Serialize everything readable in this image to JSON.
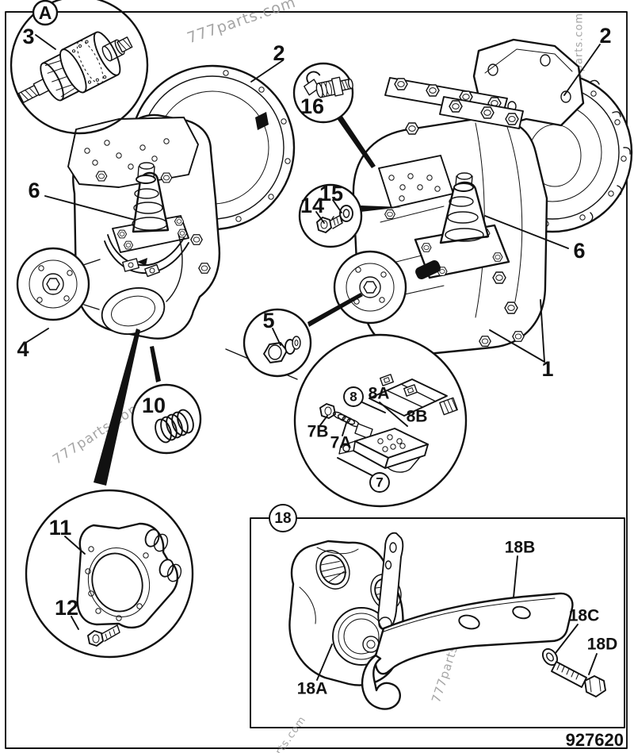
{
  "figure": {
    "detail_badge": "A",
    "part_number": "927620",
    "watermark": "777parts.com"
  },
  "colors": {
    "ink": "#111111",
    "watermark": "#8f8f8f",
    "background": "#ffffff"
  },
  "callouts": {
    "n1": "1",
    "n2a": "2",
    "n2b": "2",
    "n3": "3",
    "n4": "4",
    "n5": "5",
    "n6a": "6",
    "n6b": "6",
    "n7": "7",
    "n7a": "7A",
    "n7b": "7B",
    "n8": "8",
    "n8a": "8A",
    "n8b": "8B",
    "n10": "10",
    "n11": "11",
    "n12": "12",
    "n14": "14",
    "n15": "15",
    "n16": "16",
    "n18": "18",
    "n18a": "18A",
    "n18b": "18B",
    "n18c": "18C",
    "n18d": "18D"
  }
}
